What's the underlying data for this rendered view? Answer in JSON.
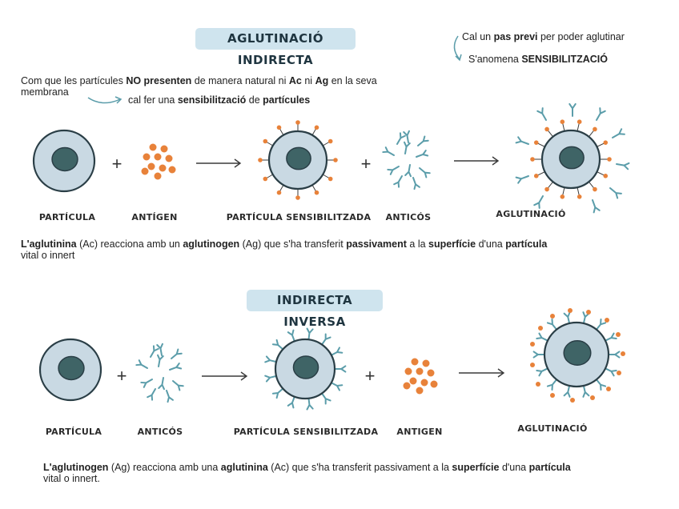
{
  "section1": {
    "title": "AGLUTINACIÓ INDIRECTA",
    "note_line1": [
      "Cal un ",
      "pas previ",
      " per poder aglutinar"
    ],
    "note_line2": [
      "S'anomena ",
      "SENSIBILITZACIÓ"
    ],
    "intro_line1": [
      "Com que les partícules ",
      "NO presenten",
      " de manera natural ni ",
      "Ac",
      " ni ",
      "Ag",
      " en la seva"
    ],
    "intro_line2": "membrana",
    "intro_line3": [
      "cal fer una ",
      "sensibilització",
      " de ",
      "partícules"
    ],
    "labels": [
      "PARTÍCULA",
      "ANTÍGEN",
      "PARTÍCULA SENSIBILITZADA",
      "ANTICÓS",
      "AGLUTINACIÓ"
    ],
    "desc_line1": [
      "L'aglutinina",
      " (Ac) reacciona amb un ",
      "aglutinogen",
      " (Ag) que s'ha transferit ",
      "passivament",
      " a la ",
      "superfície",
      " d'una ",
      "partícula"
    ],
    "desc_line2": "vital o innert"
  },
  "section2": {
    "title": "INDIRECTA INVERSA",
    "labels": [
      "PARTÍCULA",
      "ANTICÓS",
      "PARTÍCULA SENSIBILITZADA",
      "ANTIGEN",
      "AGLUTINACIÓ"
    ],
    "desc_line1": [
      "L'aglutinogen",
      " (Ag) reacciona amb una ",
      "aglutinina",
      " (Ac) que s'ha transferit passivament a la ",
      "superfície",
      " d'una ",
      "partícula"
    ],
    "desc_line2": "vital o innert."
  },
  "plus_sign": "+",
  "colors": {
    "badge_bg": "#cfe4ee",
    "cell_fill": "#c9d9e3",
    "nucleus": "#3f6466",
    "antigen_orange": "#e8823a",
    "antibody_teal": "#5b9daa"
  }
}
